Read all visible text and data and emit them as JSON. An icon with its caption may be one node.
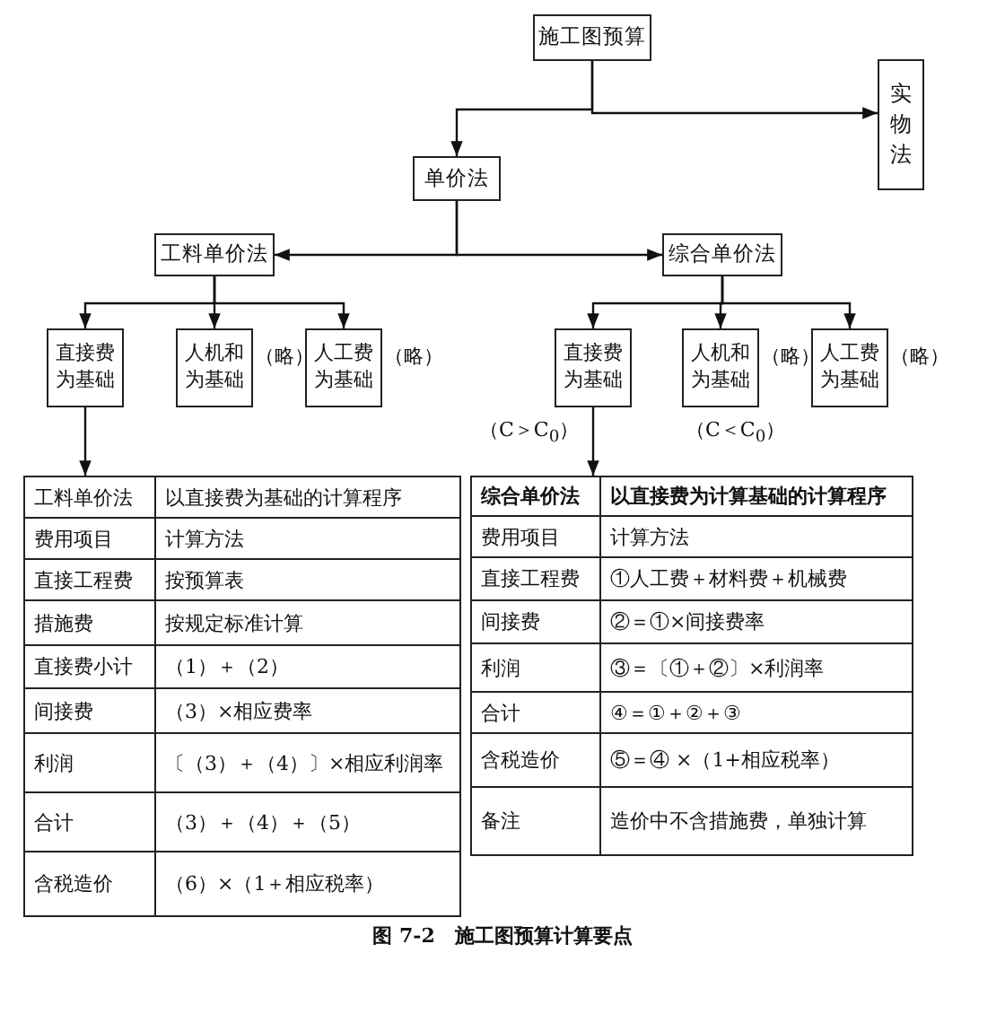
{
  "diagram": {
    "caption": "图 7-2　施工图预算计算要点",
    "nodes": [
      {
        "text": [
          "施工图预算"
        ]
      },
      {
        "text": [
          "单价法"
        ]
      },
      {
        "text": [
          "实物法"
        ]
      },
      {
        "text": [
          "工料单价法"
        ]
      },
      {
        "text": [
          "综合单价法"
        ]
      },
      {
        "text": [
          "直接费为基础"
        ]
      },
      {
        "text": [
          "人机和为基础"
        ],
        "beside": [
          "（略）"
        ]
      },
      {
        "text": [
          "人工费为基础"
        ],
        "beside": [
          "（略）"
        ]
      },
      {
        "text": [
          "直接费为基础"
        ],
        "beside": [
          "（C＞C$_{0}$）"
        ]
      },
      {
        "text": [
          "人机和为基础"
        ],
        "beside": [
          "（略）",
          "（C＜C$_{0}$）"
        ]
      },
      {
        "text": [
          "人工费为基础"
        ],
        "beside": [
          "（略）"
        ]
      },
      {
        "text": [
          "工料单价法",
          "以直接费为基础的计算程序",
          "费用项目",
          "计算方法",
          "直接工程费",
          "按预算表",
          "措施费",
          "按规定标准计算",
          "直接费小计",
          "（1）＋（2）",
          "间接费",
          "（3）×相应费率",
          "利润",
          "〔（3）＋（4）〕×相应利润率",
          "合计",
          "（3）＋（4）＋（5）",
          "含税造价",
          "（6）×（1＋相应税率）"
        ]
      },
      {
        "text": [
          "综合单价法",
          "以直接费为计算基础的计算程序",
          "费用项目",
          "计算方法",
          "直接工程费",
          "①人工费＋材料费＋机械费",
          "间接费",
          "②＝①×间接费率",
          "利润",
          "③＝〔①＋②〕×利润率",
          "合计",
          "④＝①＋②＋③",
          "含税造价",
          "⑤＝④ ×（1+相应税率）",
          "备注",
          "造价中不含措施费，单独计算"
        ]
      }
    ],
    "edges": [
      {
        "from": 0,
        "to": 1,
        "arrow": "to"
      },
      {
        "from": 0,
        "to": 2,
        "arrow": "to"
      },
      {
        "from": 1,
        "to": 3,
        "arrow": "to"
      },
      {
        "from": 1,
        "to": 4,
        "arrow": "to"
      },
      {
        "from": 3,
        "to": 5,
        "arrow": "to"
      },
      {
        "from": 3,
        "to": 6,
        "arrow": "to"
      },
      {
        "from": 3,
        "to": 7,
        "arrow": "to"
      },
      {
        "from": 4,
        "to": 8,
        "arrow": "to"
      },
      {
        "from": 4,
        "to": 9,
        "arrow": "to"
      },
      {
        "from": 4,
        "to": 10,
        "arrow": "to"
      },
      {
        "from": 5,
        "to": 11,
        "arrow": "to"
      },
      {
        "from": 8,
        "to": 12,
        "arrow": "to"
      }
    ]
  }
}
